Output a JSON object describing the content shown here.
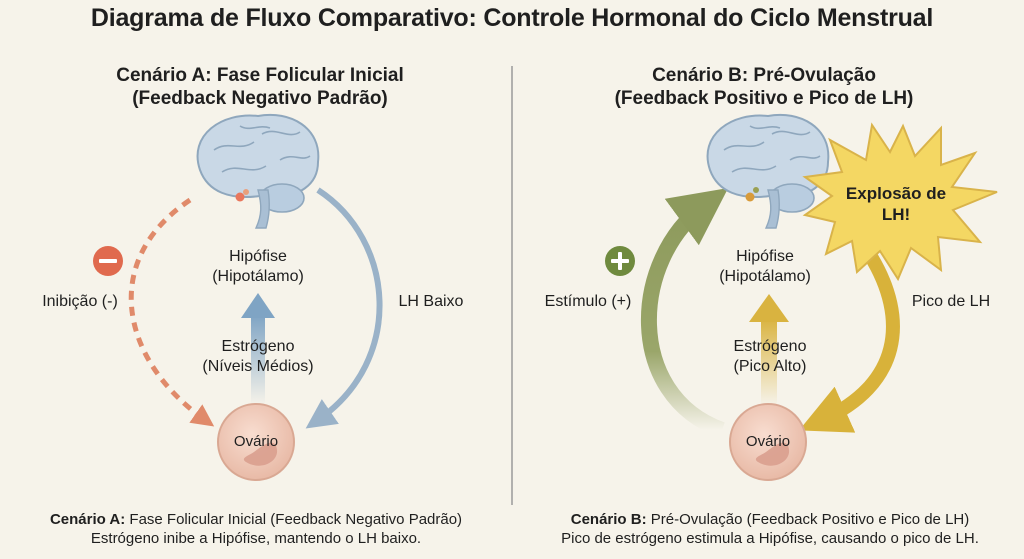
{
  "title": "Diagrama de Fluxo Comparativo: Controle Hormonal do Ciclo Menstrual",
  "scenario_a": {
    "title_line1": "Cenário A: Fase Folicular Inicial",
    "title_line2": "(Feedback Negativo Padrão)",
    "pituitary_line1": "Hipófise",
    "pituitary_line2": "(Hipotálamo)",
    "estrogen_line1": "Estrógeno",
    "estrogen_line2": "(Níveis Médios)",
    "ovary": "Ovário",
    "left_label": "Inibição (-)",
    "right_label": "LH Baixo",
    "sign": "−",
    "caption_bold": "Cenário A:",
    "caption_line1": " Fase Folicular Inicial (Feedback Negativo Padrão)",
    "caption_line2": "Estrógeno inibe a Hipófise, mantendo o LH baixo."
  },
  "scenario_b": {
    "title_line1": "Cenário B: Pré-Ovulação",
    "title_line2": "(Feedback Positivo e Pico de LH)",
    "pituitary_line1": "Hipófise",
    "pituitary_line2": "(Hipotálamo)",
    "estrogen_line1": "Estrógeno",
    "estrogen_line2": "(Pico Alto)",
    "ovary": "Ovário",
    "left_label": "Estímulo (+)",
    "right_label": "Pico de LH",
    "sign": "+",
    "burst_line1": "Explosão de",
    "burst_line2": "LH!",
    "caption_bold": "Cenário B:",
    "caption_line1": " Pré-Ovulação (Feedback Positivo e Pico de LH)",
    "caption_line2": "Pico de estrógeno estimula a Hipófise, causando o pico de LH."
  },
  "colors": {
    "inhibition": "#e08a6a",
    "minus_badge": "#e06a4e",
    "lh_low": "#9ab2c8",
    "estrogen_a": "#7fa4c4",
    "stimulus": "#8d9a5c",
    "plus_badge": "#6f8a3e",
    "lh_peak": "#d8b23a",
    "burst": "#f4d763",
    "ovary_fill": "#f2cfc0",
    "divider": "#9a9a9a"
  }
}
